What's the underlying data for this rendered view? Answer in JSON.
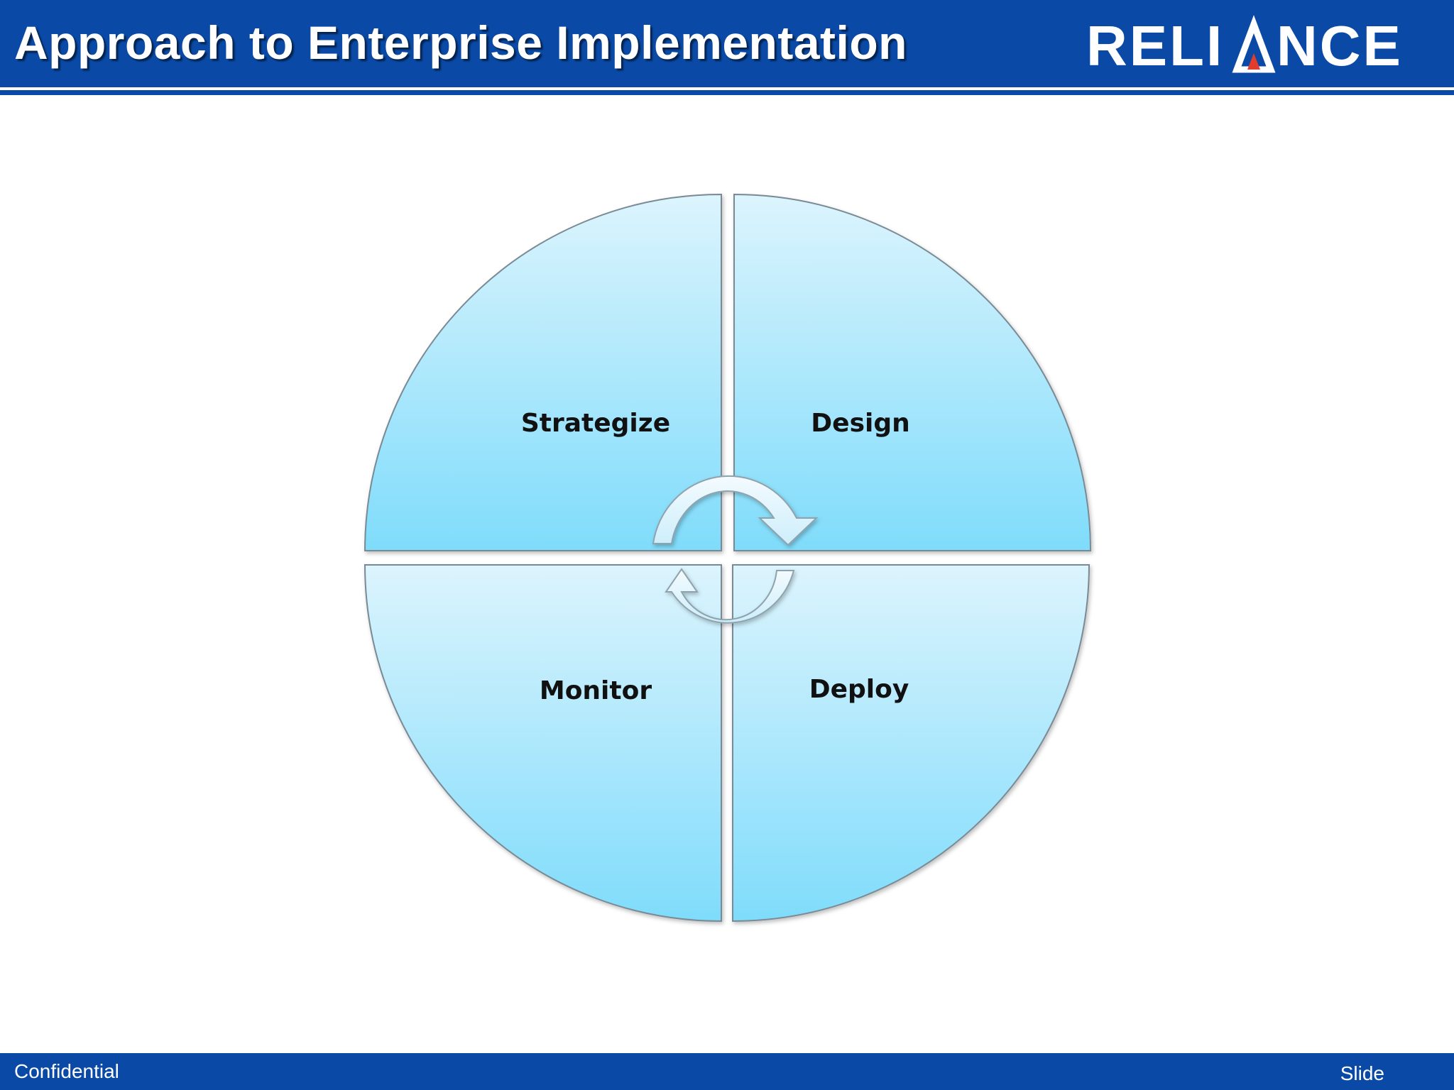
{
  "header": {
    "title": "Approach to Enterprise Implementation",
    "logo_text": "RELIANCE"
  },
  "diagram": {
    "quadrants": [
      {
        "id": "top-left",
        "label": "Strategize"
      },
      {
        "id": "top-right",
        "label": "Design"
      },
      {
        "id": "bottom-left",
        "label": "Monitor"
      },
      {
        "id": "bottom-right",
        "label": "Deploy"
      }
    ],
    "center_icon": "circular-arrows-icon"
  },
  "footer": {
    "left_text": "Confidential",
    "right_text": "Slide"
  },
  "colors": {
    "brand_blue": "#0a4aa6",
    "quadrant_light": "#d8f3fd",
    "quadrant_dark": "#7fdcfb",
    "logo_accent": "#e23c2c"
  }
}
